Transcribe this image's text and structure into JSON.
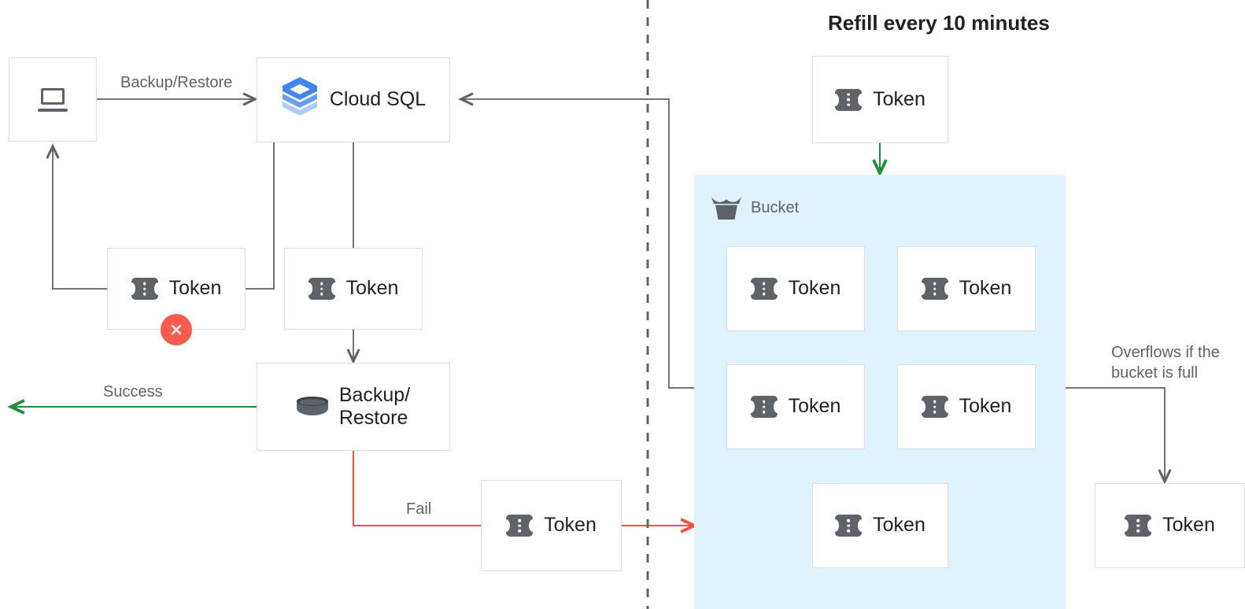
{
  "diagram": {
    "title": "Refill every 10 minutes",
    "divider": "vertical-dashed-divider",
    "colors": {
      "success": "#1e8e3e",
      "fail": "#f4513c",
      "error_badge": "#fb5a4f",
      "wire": "#5f6368",
      "bucket_fill": "#def3fd",
      "box_border": "#dadce0",
      "cloudsql_blue": "#4285f4"
    }
  },
  "nodes": {
    "client": {
      "name": "client-laptop",
      "icon": "laptop-icon",
      "label": ""
    },
    "cloudsql": {
      "name": "cloud-sql",
      "icon": "cloud-sql-icon",
      "label": "Cloud SQL"
    },
    "token_rejected": {
      "name": "token-rejected",
      "icon": "token-icon",
      "label": "Token",
      "badge": "error-x-badge"
    },
    "token_consumed": {
      "name": "token-consumed",
      "icon": "token-icon",
      "label": "Token"
    },
    "backup_restore": {
      "name": "backup-restore",
      "icon": "database-icon",
      "label": "Backup/\nRestore"
    },
    "token_fail_return": {
      "name": "token-fail-return",
      "icon": "token-icon",
      "label": "Token"
    },
    "token_refill": {
      "name": "token-refill",
      "icon": "token-icon",
      "label": "Token"
    },
    "token_overflow": {
      "name": "token-overflow",
      "icon": "token-icon",
      "label": "Token"
    }
  },
  "bucket": {
    "name": "token-bucket",
    "icon": "bucket-icon",
    "label": "Bucket",
    "tokens": [
      {
        "label": "Token"
      },
      {
        "label": "Token"
      },
      {
        "label": "Token"
      },
      {
        "label": "Token"
      },
      {
        "label": "Token"
      }
    ]
  },
  "edges": {
    "backup_restore_label": "Backup/Restore",
    "success_label": "Success",
    "fail_label": "Fail",
    "overflow_label": "Overflows if the\nbucket is full"
  }
}
